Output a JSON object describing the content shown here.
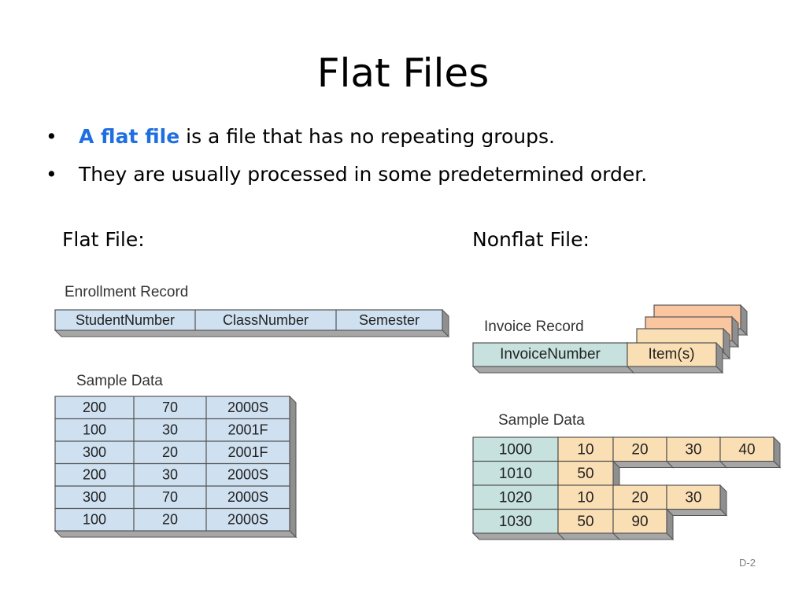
{
  "slide": {
    "title": "Flat Files",
    "bullets": [
      {
        "highlight": "A flat file",
        "text": " is a file that has no repeating groups."
      },
      {
        "highlight": "",
        "text": "They are usually processed in some predetermined order."
      }
    ],
    "flat_label": "Flat File:",
    "nonflat_label": "Nonflat File:",
    "slide_number": "D-2",
    "colors": {
      "highlight": "#1f6fe0",
      "blue_cell": "#cfe0f0",
      "teal_cell": "#c7e2de",
      "tan_cell": "#fbdfb4",
      "peach_cell": "#f9c6a0"
    }
  },
  "flat": {
    "record_caption": "Enrollment Record",
    "fields": [
      "StudentNumber",
      "ClassNumber",
      "Semester"
    ],
    "sample_caption": "Sample Data",
    "rows": [
      [
        "200",
        "70",
        "2000S"
      ],
      [
        "100",
        "30",
        "2001F"
      ],
      [
        "300",
        "20",
        "2001F"
      ],
      [
        "200",
        "30",
        "2000S"
      ],
      [
        "300",
        "70",
        "2000S"
      ],
      [
        "100",
        "20",
        "2000S"
      ]
    ]
  },
  "nonflat": {
    "record_caption": "Invoice Record",
    "fields": [
      "InvoiceNumber",
      "Item(s)"
    ],
    "sample_caption": "Sample Data",
    "rows": [
      {
        "invoice": "1000",
        "items": [
          "10",
          "20",
          "30",
          "40"
        ]
      },
      {
        "invoice": "1010",
        "items": [
          "50"
        ]
      },
      {
        "invoice": "1020",
        "items": [
          "10",
          "20",
          "30"
        ]
      },
      {
        "invoice": "1030",
        "items": [
          "50",
          "90"
        ]
      }
    ]
  }
}
